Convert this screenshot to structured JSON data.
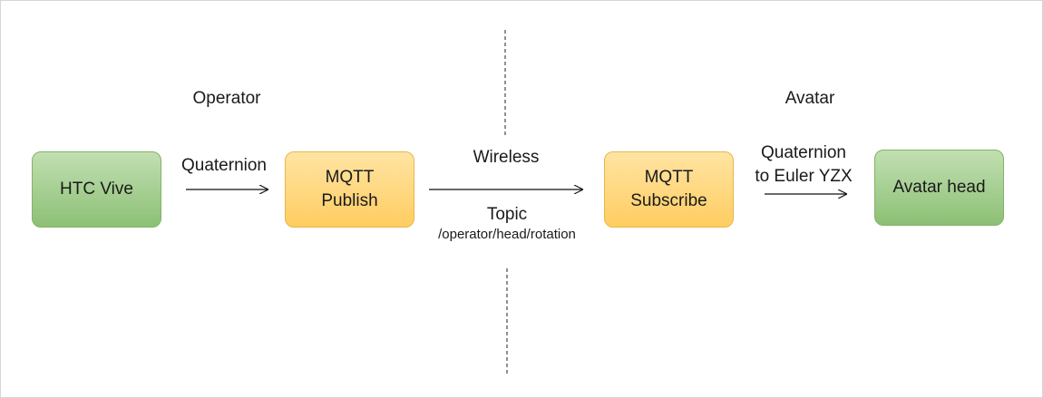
{
  "regions": {
    "operator": "Operator",
    "avatar": "Avatar"
  },
  "nodes": {
    "htc_vive": "HTC Vive",
    "mqtt_publish": "MQTT\nPublish",
    "mqtt_subscribe": "MQTT\nSubscribe",
    "avatar_head": "Avatar head"
  },
  "edges": {
    "quaternion": "Quaternion",
    "wireless": "Wireless",
    "topic": "Topic",
    "topic_path": "/operator/head/rotation",
    "conversion": "Quaternion\nto Euler YZX"
  },
  "colors": {
    "green_fill": "#a9d18e",
    "green_border": "#82b366",
    "orange_fill": "#ffd966",
    "orange_border": "#e8b64a"
  }
}
